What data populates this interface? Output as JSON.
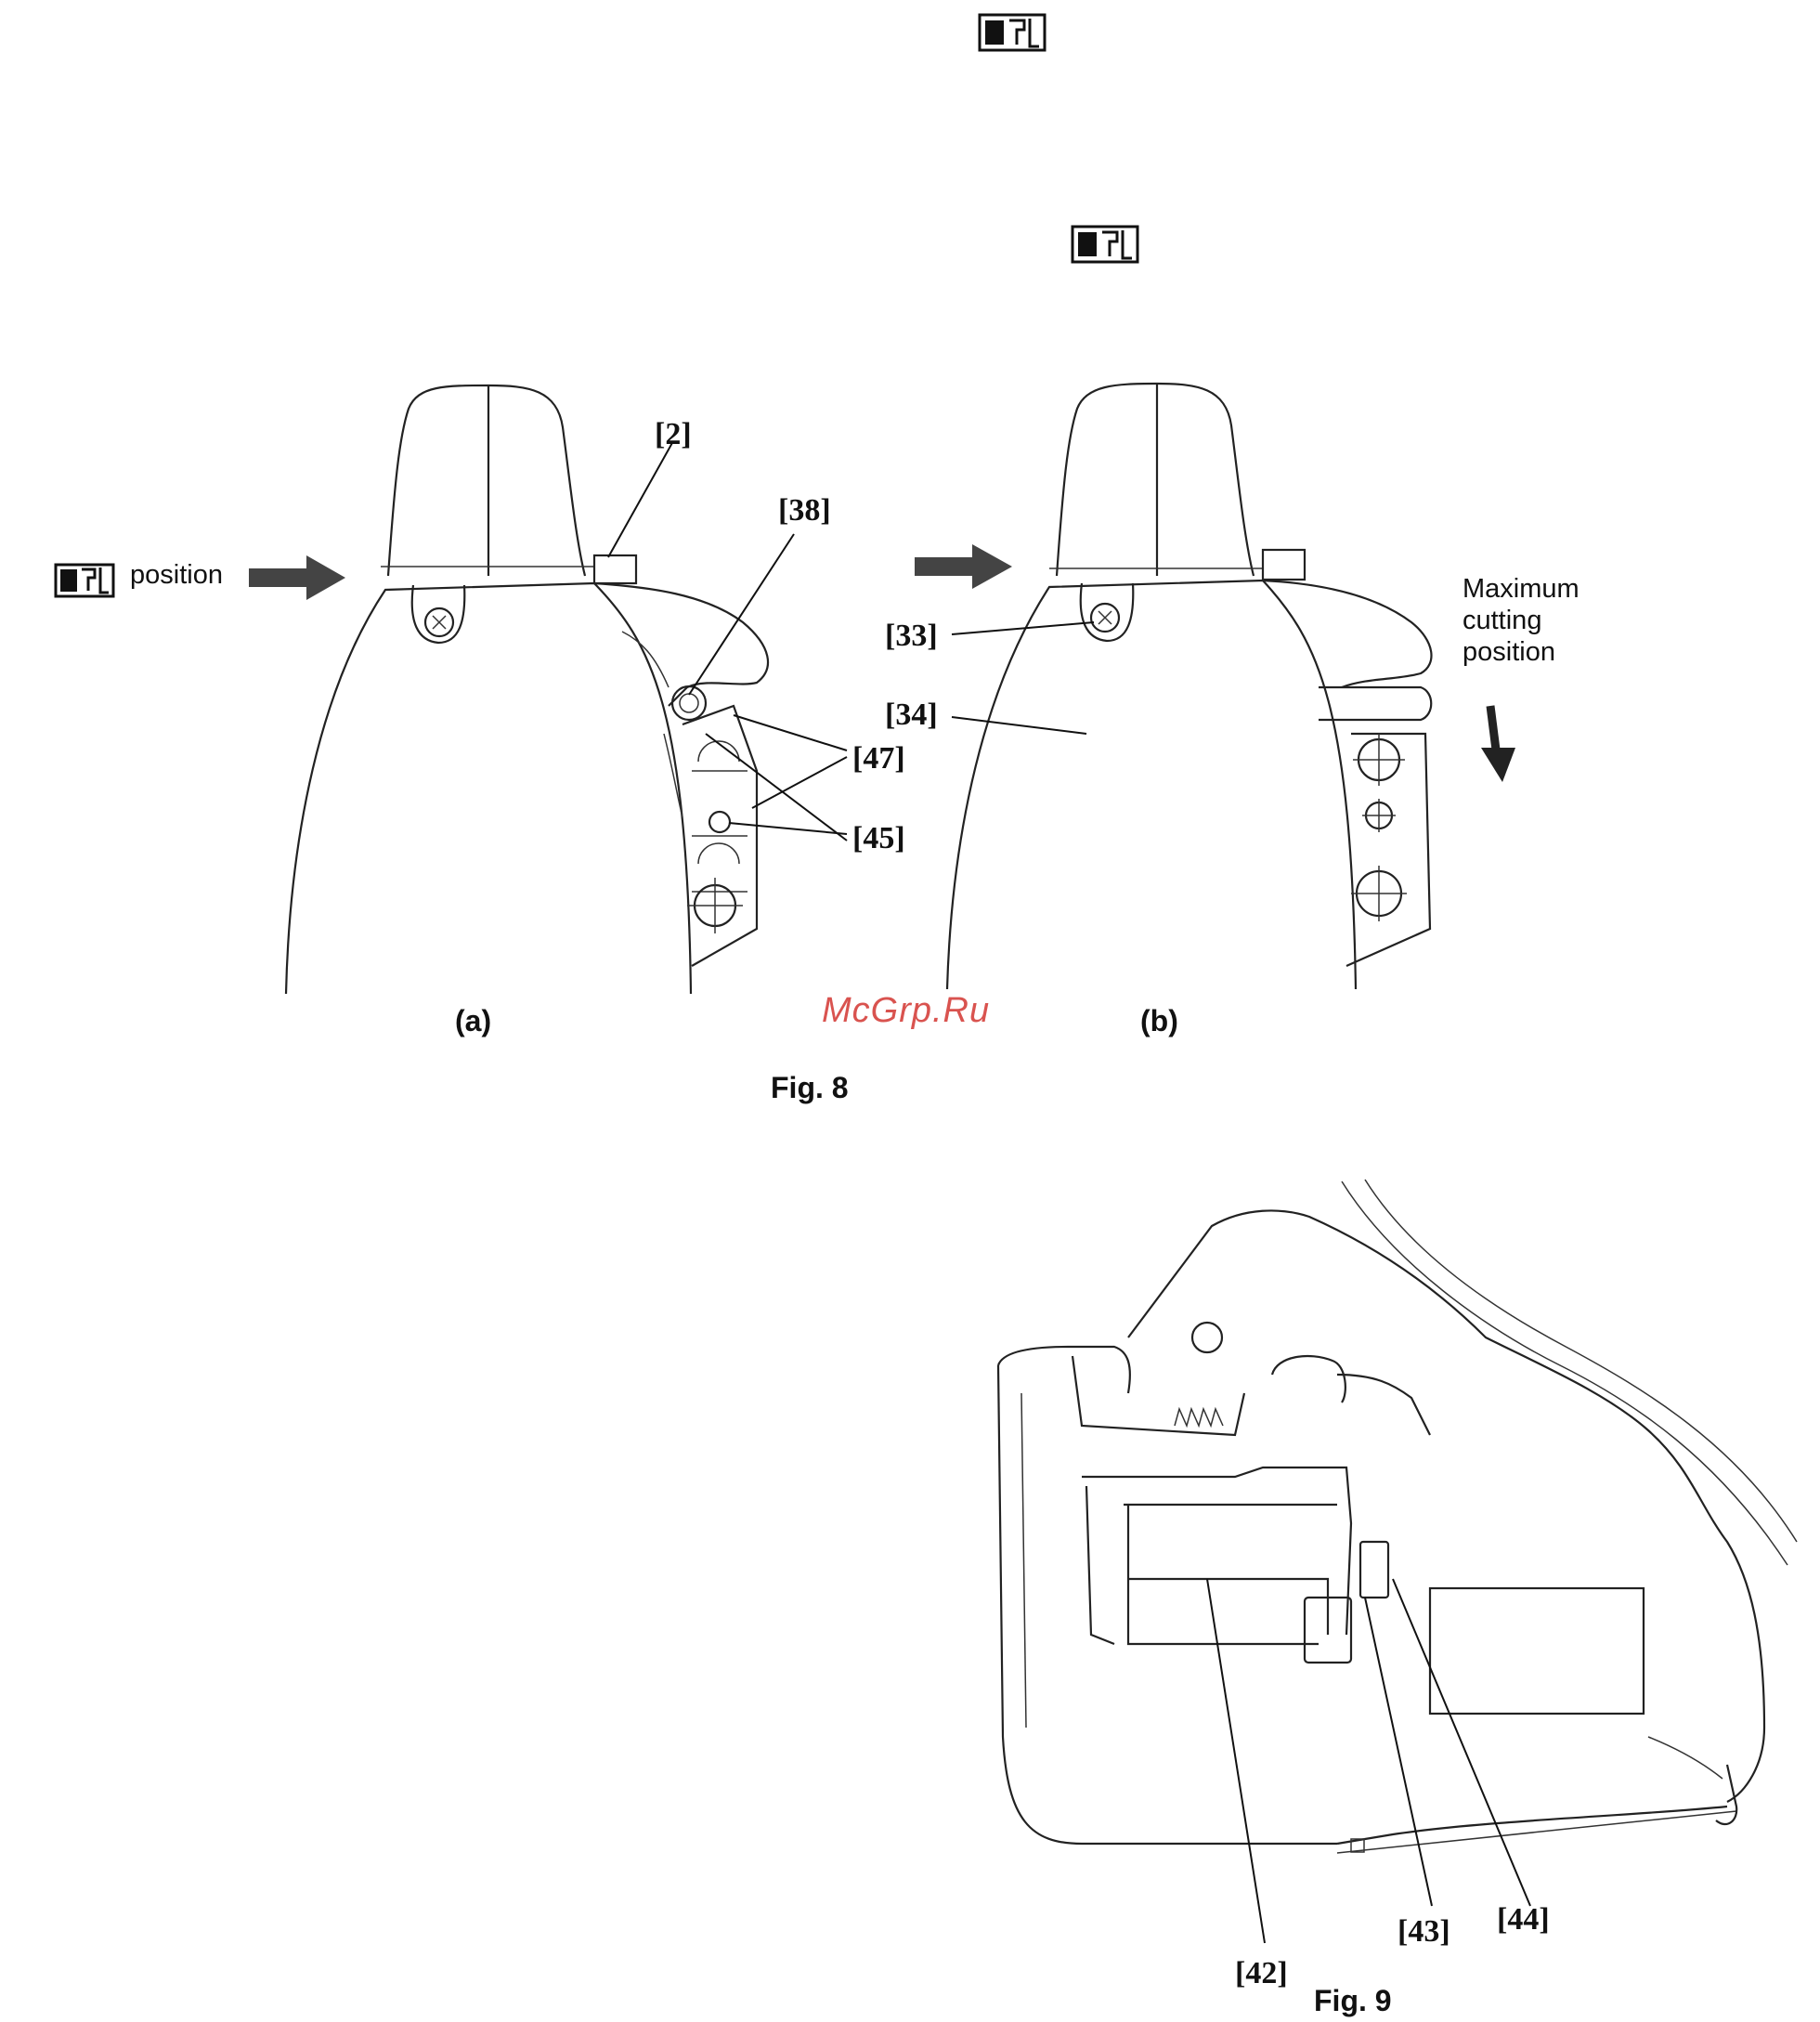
{
  "figure8": {
    "caption": "Fig.   8",
    "panel_a": {
      "sublabel": "(a)",
      "position_note": "position",
      "labels": {
        "l2": "[2]",
        "l38": "[38]",
        "l47": "[47]",
        "l45": "[45]"
      }
    },
    "panel_b": {
      "sublabel": "(b)",
      "labels": {
        "l33": "[33]",
        "l34": "[34]"
      },
      "note_line1": "Maximum",
      "note_line2": "cutting",
      "note_line3": "position"
    }
  },
  "figure9": {
    "caption": "Fig.   9",
    "labels": {
      "l42": "[42]",
      "l43": "[43]",
      "l44": "[44]"
    }
  },
  "watermark": "McGrp.Ru",
  "icons": [
    "position-symbol-icon",
    "arrow-right-icon",
    "arrow-down-icon"
  ]
}
